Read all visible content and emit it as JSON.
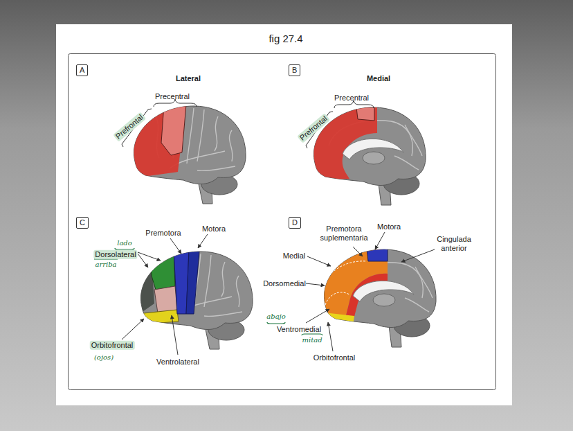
{
  "diagram": {
    "title": "fig 27.4",
    "nodes": [
      {
        "text": [
          "A"
        ]
      },
      {
        "text": [
          "B"
        ]
      },
      {
        "text": [
          "C"
        ]
      },
      {
        "text": [
          "D"
        ]
      }
    ],
    "labels": [
      "Lateral",
      "Precentral",
      "Prefrontal",
      "Medial",
      "Precentral",
      "Prefrontal",
      "Premotora",
      "Motora",
      "lado",
      "Dorsolateral",
      "arriba",
      "Orbitofrontal",
      "(ojos)",
      "Ventrolateral",
      "Premotora suplementaria",
      "Motora",
      "Cingulada anterior",
      "Medial",
      "Dorsomedial",
      "abajo",
      "Ventromedial",
      "mitad",
      "Orbitofrontal"
    ]
  }
}
